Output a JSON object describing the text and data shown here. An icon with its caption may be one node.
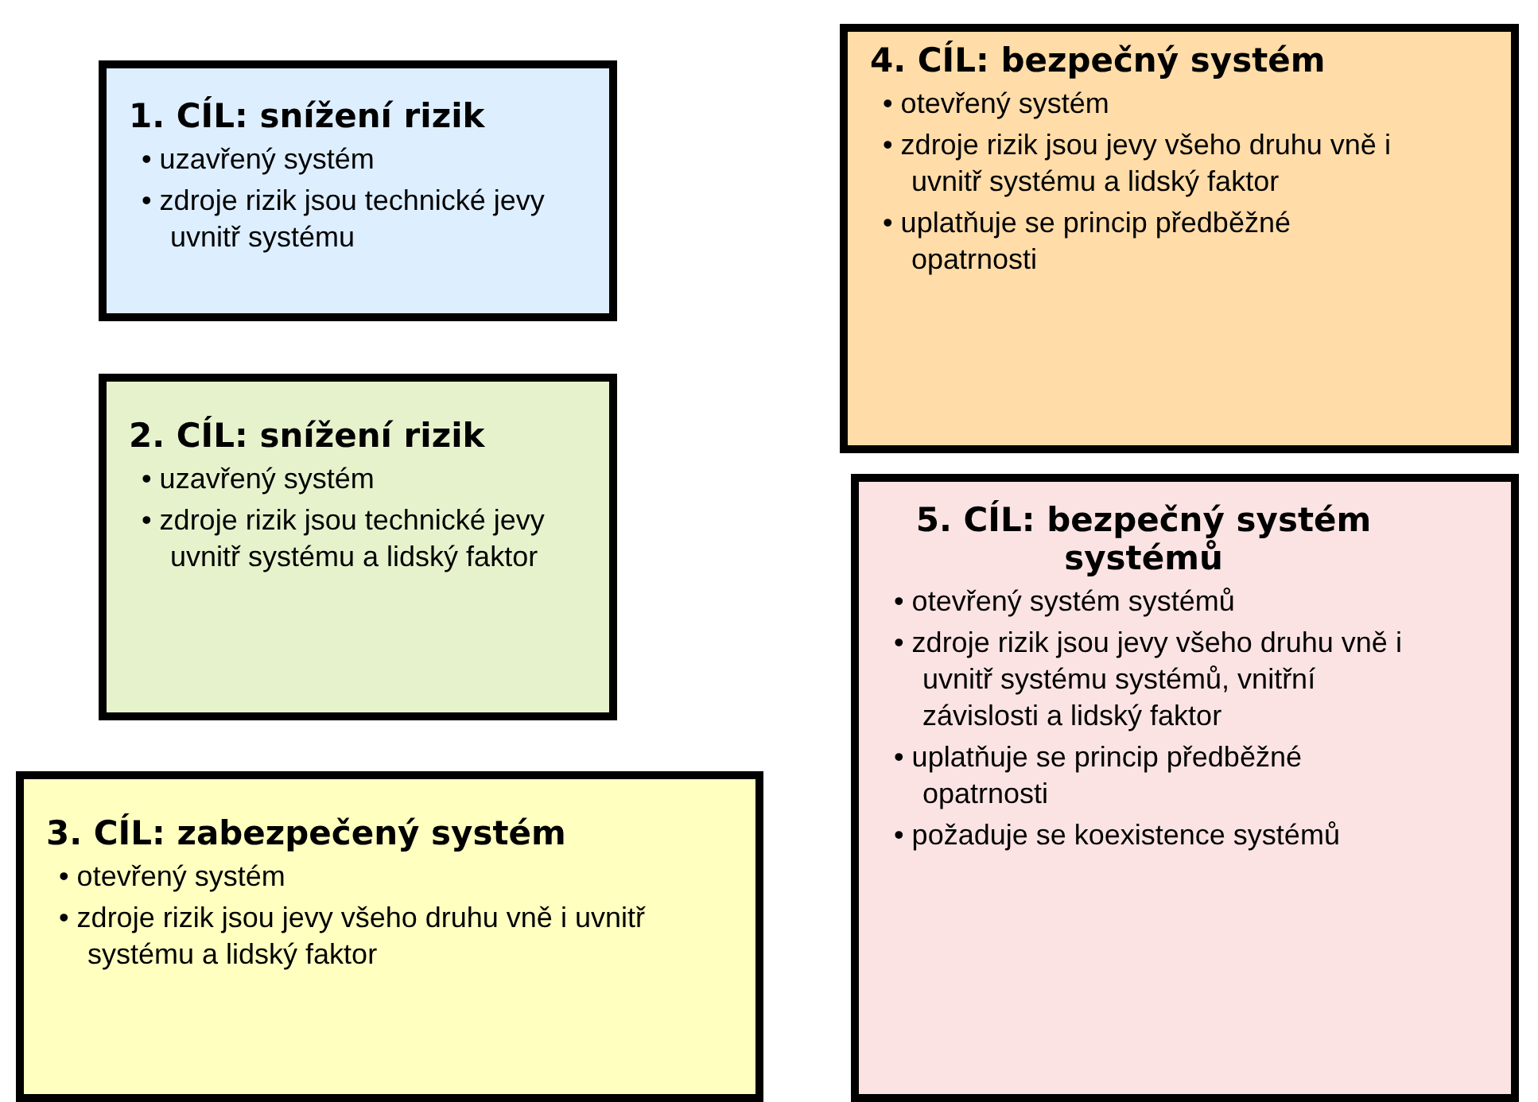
{
  "diagram": {
    "nodes": [
      {
        "text": [
          "1. CÍL: snížení rizik",
          "• uzavřený systém",
          "• zdroje rizik jsou technické jevy uvnitř systému"
        ]
      },
      {
        "text": [
          "2. CÍL: snížení rizik",
          "• uzavřený systém",
          "• zdroje rizik jsou technické jevy uvnitř systému a lidský faktor"
        ]
      },
      {
        "text": [
          "3. CÍL: zabezpečený systém",
          "• otevřený systém",
          "• zdroje rizik jsou jevy všeho druhu vně i uvnitř systému a lidský faktor"
        ]
      },
      {
        "text": [
          "4. CÍL:  bezpečný systém",
          "• otevřený systém",
          "• zdroje rizik jsou jevy všeho druhu vně i uvnitř systému a lidský faktor",
          "• uplatňuje se princip předběžné opatrnosti"
        ]
      },
      {
        "text": [
          "5. CÍL: bezpečný systém systémů",
          "• otevřený systém systémů",
          "• zdroje rizik jsou jevy všeho druhu vně i uvnitř systému systémů, vnitřní závislosti a lidský faktor",
          "• uplatňuje se princip předběžné opatrnosti",
          "• požaduje se koexistence systémů"
        ]
      }
    ]
  }
}
